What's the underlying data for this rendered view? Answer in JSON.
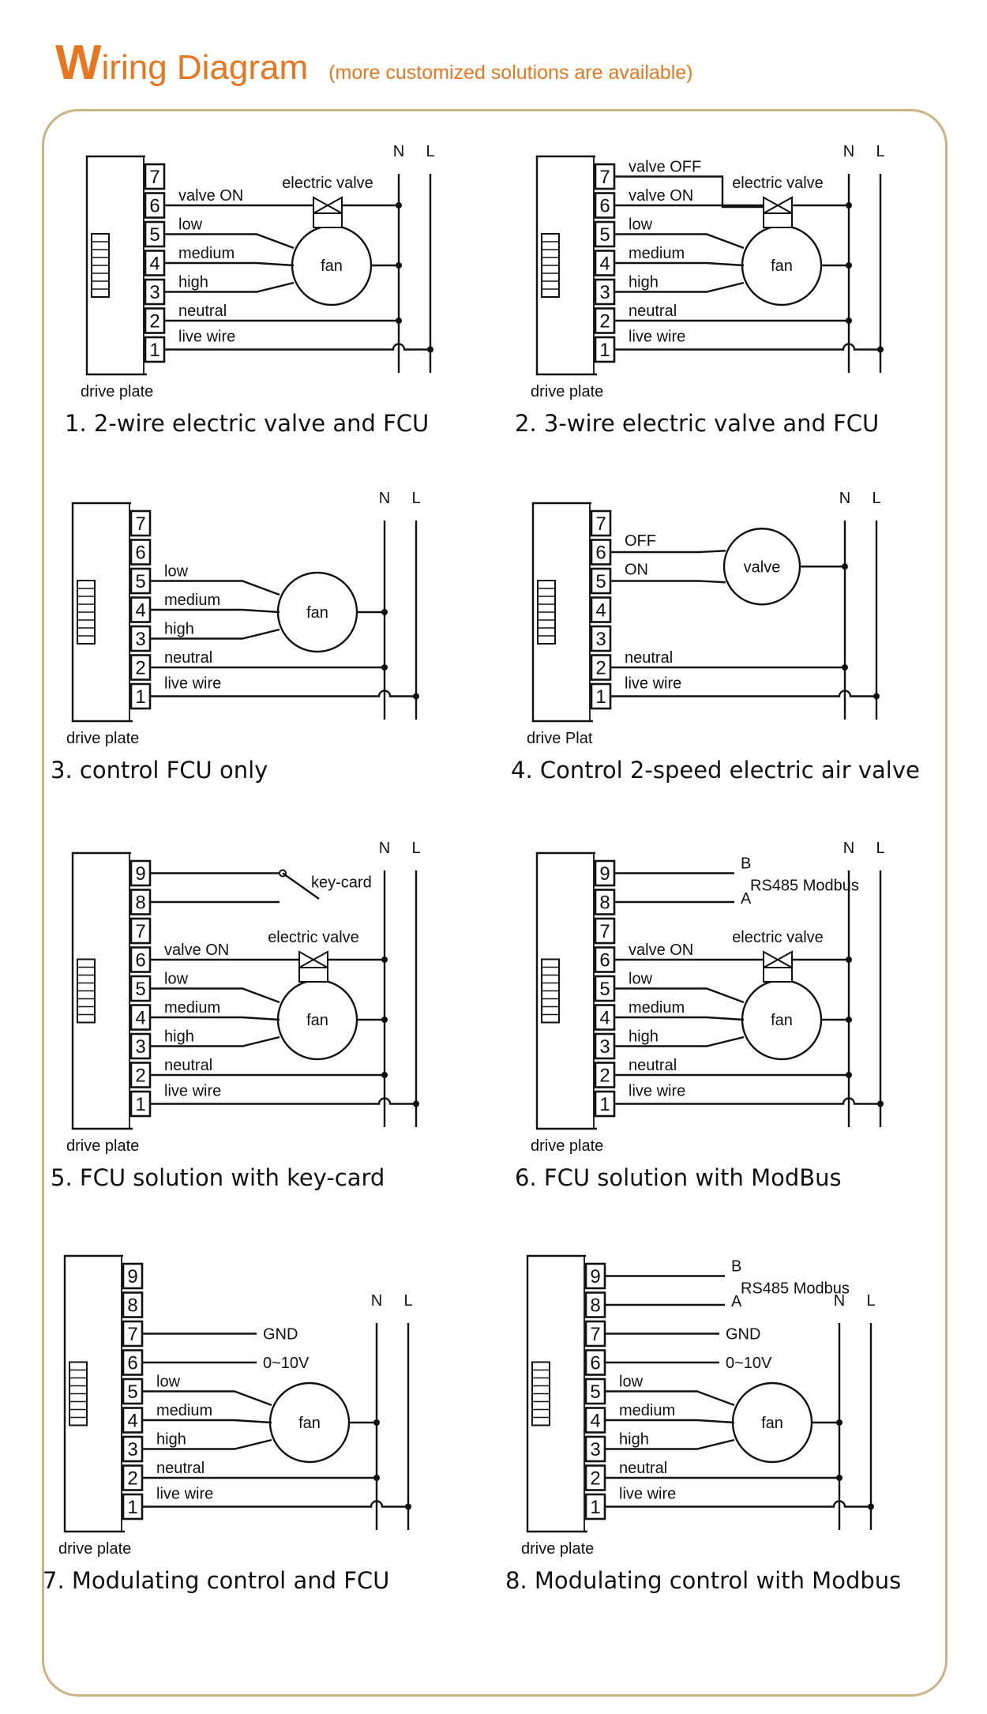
{
  "header": {
    "title_first": "W",
    "title_rest": "iring Diagram",
    "subtitle": "(more customized solutions are available)",
    "accent_color": "#e8761f",
    "frame_color": "#ccb183"
  },
  "diagrams": [
    {
      "caption": "1. 2-wire electric valve and FCU",
      "plate_label": "drive plate",
      "pins": [
        "7",
        "6",
        "5",
        "4",
        "3",
        "2",
        "1"
      ],
      "wires": [
        {
          "pin": "6",
          "label": "valve ON"
        },
        {
          "pin": "5",
          "label": "low"
        },
        {
          "pin": "4",
          "label": "medium"
        },
        {
          "pin": "3",
          "label": "high"
        },
        {
          "pin": "2",
          "label": "neutral"
        },
        {
          "pin": "1",
          "label": "live wire"
        }
      ],
      "device_labels": [
        "electric valve",
        "fan"
      ],
      "supply": [
        "N",
        "L"
      ]
    },
    {
      "caption": "2. 3-wire electric valve and FCU",
      "plate_label": "drive plate",
      "pins": [
        "7",
        "6",
        "5",
        "4",
        "3",
        "2",
        "1"
      ],
      "wires": [
        {
          "pin": "7",
          "label": "valve OFF"
        },
        {
          "pin": "6",
          "label": "valve ON"
        },
        {
          "pin": "5",
          "label": "low"
        },
        {
          "pin": "4",
          "label": "medium"
        },
        {
          "pin": "3",
          "label": "high"
        },
        {
          "pin": "2",
          "label": "neutral"
        },
        {
          "pin": "1",
          "label": "live wire"
        }
      ],
      "device_labels": [
        "electric valve",
        "fan"
      ],
      "supply": [
        "N",
        "L"
      ]
    },
    {
      "caption": "3. control FCU only",
      "plate_label": "drive plate",
      "pins": [
        "7",
        "6",
        "5",
        "4",
        "3",
        "2",
        "1"
      ],
      "wires": [
        {
          "pin": "5",
          "label": "low"
        },
        {
          "pin": "4",
          "label": "medium"
        },
        {
          "pin": "3",
          "label": "high"
        },
        {
          "pin": "2",
          "label": "neutral"
        },
        {
          "pin": "1",
          "label": "live wire"
        }
      ],
      "device_labels": [
        "fan"
      ],
      "supply": [
        "N",
        "L"
      ]
    },
    {
      "caption": "4. Control 2-speed electric air valve",
      "plate_label": "drive Plat",
      "pins": [
        "7",
        "6",
        "5",
        "4",
        "3",
        "2",
        "1"
      ],
      "wires": [
        {
          "pin": "6",
          "label": "OFF"
        },
        {
          "pin": "5",
          "label": "ON"
        },
        {
          "pin": "2",
          "label": "neutral"
        },
        {
          "pin": "1",
          "label": "live wire"
        }
      ],
      "device_labels": [
        "valve"
      ],
      "supply": [
        "N",
        "L"
      ]
    },
    {
      "caption": "5. FCU solution with key-card",
      "plate_label": "drive plate",
      "pins": [
        "9",
        "8",
        "7",
        "6",
        "5",
        "4",
        "3",
        "2",
        "1"
      ],
      "wires": [
        {
          "pin": "6",
          "label": "valve ON"
        },
        {
          "pin": "5",
          "label": "low"
        },
        {
          "pin": "4",
          "label": "medium"
        },
        {
          "pin": "3",
          "label": "high"
        },
        {
          "pin": "2",
          "label": "neutral"
        },
        {
          "pin": "1",
          "label": "live wire"
        }
      ],
      "device_labels": [
        "key-card",
        "electric valve",
        "fan"
      ],
      "supply": [
        "N",
        "L"
      ]
    },
    {
      "caption": "6. FCU solution with ModBus",
      "plate_label": "drive plate",
      "pins": [
        "9",
        "8",
        "7",
        "6",
        "5",
        "4",
        "3",
        "2",
        "1"
      ],
      "wires": [
        {
          "pin": "6",
          "label": "valve ON"
        },
        {
          "pin": "5",
          "label": "low"
        },
        {
          "pin": "4",
          "label": "medium"
        },
        {
          "pin": "3",
          "label": "high"
        },
        {
          "pin": "2",
          "label": "neutral"
        },
        {
          "pin": "1",
          "label": "live wire"
        }
      ],
      "bus": {
        "label": "RS485 Modbus",
        "b": "B",
        "a": "A"
      },
      "device_labels": [
        "electric valve",
        "fan"
      ],
      "supply": [
        "N",
        "L"
      ]
    },
    {
      "caption": "7. Modulating control and FCU",
      "plate_label": "drive plate",
      "pins": [
        "9",
        "8",
        "7",
        "6",
        "5",
        "4",
        "3",
        "2",
        "1"
      ],
      "wires": [
        {
          "pin": "7",
          "label": "GND"
        },
        {
          "pin": "6",
          "label": "0~10V"
        },
        {
          "pin": "5",
          "label": "low"
        },
        {
          "pin": "4",
          "label": "medium"
        },
        {
          "pin": "3",
          "label": "high"
        },
        {
          "pin": "2",
          "label": "neutral"
        },
        {
          "pin": "1",
          "label": "live wire"
        }
      ],
      "device_labels": [
        "fan"
      ],
      "supply": [
        "N",
        "L"
      ]
    },
    {
      "caption": "8. Modulating control with Modbus",
      "plate_label": "drive plate",
      "pins": [
        "9",
        "8",
        "7",
        "6",
        "5",
        "4",
        "3",
        "2",
        "1"
      ],
      "wires": [
        {
          "pin": "7",
          "label": "GND"
        },
        {
          "pin": "6",
          "label": "0~10V"
        },
        {
          "pin": "5",
          "label": "low"
        },
        {
          "pin": "4",
          "label": "medium"
        },
        {
          "pin": "3",
          "label": "high"
        },
        {
          "pin": "2",
          "label": "neutral"
        },
        {
          "pin": "1",
          "label": "live wire"
        }
      ],
      "bus": {
        "label": "RS485 Modbus",
        "b": "B",
        "a": "A"
      },
      "device_labels": [
        "fan"
      ],
      "supply": [
        "N",
        "L"
      ]
    }
  ]
}
